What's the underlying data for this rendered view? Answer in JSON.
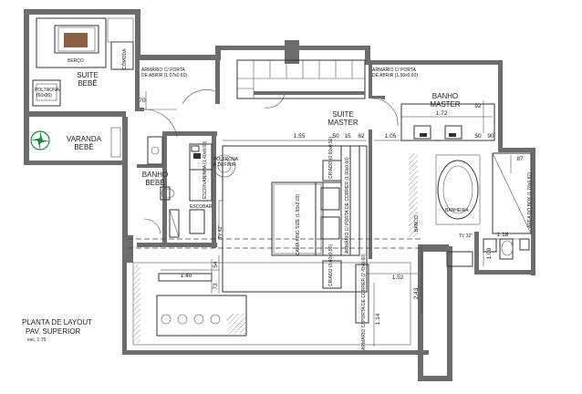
{
  "rooms": {
    "suite_bebe_1": "SUITE",
    "suite_bebe_2": "BEBÊ",
    "varanda_bebe_1": "VARANDA",
    "varanda_bebe_2": "BEBÊ",
    "banho_bebe_1": "BANHO",
    "banho_bebe_2": "BEBÊ",
    "suite_master_1": "SUITE",
    "suite_master_2": "MASTER",
    "banho_master_1": "BANHO",
    "banho_master_2": "MASTER"
  },
  "furniture": {
    "berco": "BERÇO",
    "poltrona": "POLTRONA",
    "poltrona_dim": "(60x90)",
    "comoda": "CÔMODA",
    "armario_porta_1": "ARMÁRIO C/ PORTA",
    "armario_porta_1_dim": "DE ABRIR (1.07x0.60)",
    "armario_porta_2": "ARMÁRIO C/ PORTA",
    "armario_porta_2_dim": "DE ABRIR (1.50x0.60)",
    "cama": "CAMA KING SIZE (1.93x2.03)",
    "criado_1": "CRIADO (0.60x0.50)",
    "criado_2": "CRIADO (0.60x0.50)",
    "poltrona_2": "POLTRONA",
    "poltrona_2_sub": "A DEFINIR",
    "escrivaninha": "ESCRIVANINHA (1.40x0.60)",
    "tv": "TV 42\"",
    "tv_2": "TV 32\"",
    "armario_correr_1": "ARMÁRIO C/ PORTA DE CORRER (1.80x0.60)",
    "armario_correr_2": "ARMÁRIO C/ PORTA DE CORRER (2.43x0.60)",
    "banheira": "BANHEIRA",
    "banco": "BANCO",
    "area_box": "ÁREA DO BOX (1.18x0.87)",
    "escobar": "ESCOBAR"
  },
  "dimensions": {
    "d_155": "1.55",
    "d_50a": "50",
    "d_15": "15",
    "d_62": "62",
    "d_105": "1.05",
    "d_172": "1.72",
    "d_50b": "50",
    "d_90": "90",
    "d_87": "87",
    "d_92": "92",
    "d_70": "70",
    "d_140": "1.40",
    "d_152": "1.52",
    "d_243": "2.43",
    "d_114": "1.14",
    "d_100": "1.00",
    "d_118": "1.18",
    "d_54": "54",
    "d_73": "73"
  },
  "title": {
    "line1": "PLANTA DE LAYOUT",
    "line2": "PAV. SUPERIOR",
    "scale": "esc. 1:75"
  }
}
